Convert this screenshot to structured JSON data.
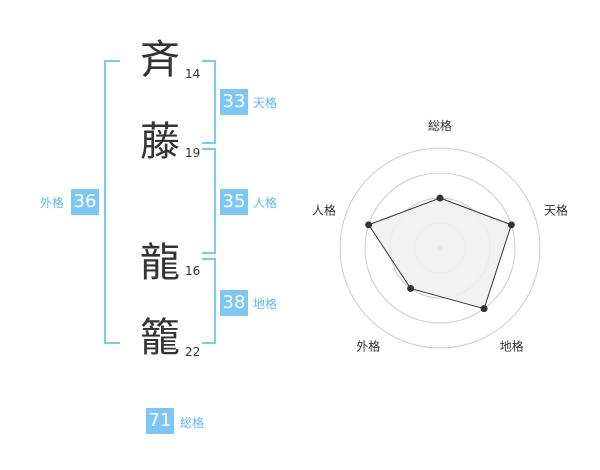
{
  "colors": {
    "accent": "#7cc7f3",
    "label_text": "#5cb8ef",
    "text": "#333333",
    "radar_fill": "#efefef",
    "radar_ring": "#cccccc"
  },
  "name": {
    "chars": [
      {
        "kanji": "斉",
        "strokes": "14"
      },
      {
        "kanji": "藤",
        "strokes": "19"
      },
      {
        "kanji": "龍",
        "strokes": "16"
      },
      {
        "kanji": "籠",
        "strokes": "22"
      }
    ]
  },
  "fortunes": {
    "tenkaku": {
      "value": "33",
      "label": "天格"
    },
    "jinkaku": {
      "value": "35",
      "label": "人格"
    },
    "chikaku": {
      "value": "38",
      "label": "地格"
    },
    "gaikaku": {
      "value": "36",
      "label": "外格"
    },
    "soukaku": {
      "value": "71",
      "label": "総格"
    }
  },
  "chart_data": {
    "type": "radar",
    "axes": [
      "総格",
      "天格",
      "地格",
      "外格",
      "人格"
    ],
    "values": [
      2.5,
      3.75,
      3.75,
      2.5,
      3.75
    ],
    "max": 5,
    "rings": 4,
    "grid": true
  }
}
